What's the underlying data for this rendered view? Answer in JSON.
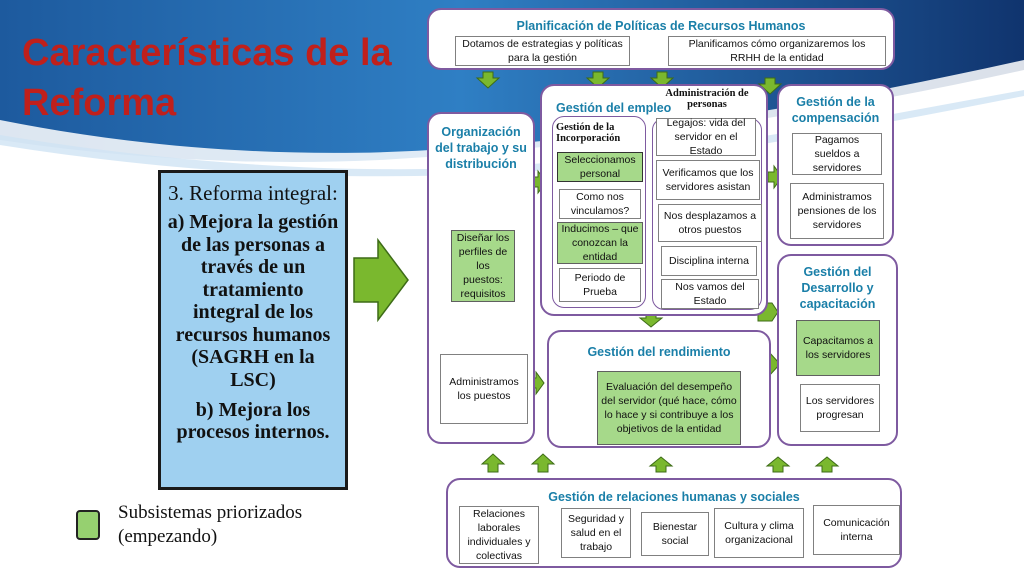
{
  "slide": {
    "title": "Características de la Reforma",
    "main_heading": "3. Reforma integral:",
    "main_body": "a) Mejora la gestión de las personas a través de un tratamiento integral de los recursos humanos (SAGRH en la LSC)",
    "main_body2": "b) Mejora los procesos internos.",
    "legend_text_1": "Subsistemas priorizados",
    "legend_text_2": "(empezando)"
  },
  "colors": {
    "title": "#c0201c",
    "section_title": "#1a7fa8",
    "border": "#7e5aa0",
    "priority_fill": "#a6d98a",
    "arrow": "#7ab82e",
    "main_box": "#9fd0f0"
  },
  "diagram": {
    "planning": {
      "title": "Planificación de Políticas de Recursos Humanos",
      "box1": "Dotamos de estrategias y políticas para la gestión",
      "box2": "Planificamos cómo organizaremos los RRHH de la entidad"
    },
    "org": {
      "title": "Organización del trabajo y su distribución",
      "box1": "Diseñar los perfiles de los puestos: requisitos",
      "box2": "Administramos los puestos"
    },
    "empleo": {
      "title": "Gestión del empleo",
      "incorporacion": "Gestión de la Incorporación",
      "administracion": "Administración de personas",
      "inc_items": [
        "Seleccionamos personal",
        "Como nos vinculamos?",
        "Inducimos – que conozcan la entidad",
        "Periodo de Prueba"
      ],
      "adm_items": [
        "Legajos: vida del servidor en el Estado",
        "Verificamos que los servidores asistan",
        "Nos desplazamos a otros puestos",
        "Disciplina interna",
        "Nos vamos del Estado"
      ]
    },
    "compensacion": {
      "title": "Gestión de la compensación",
      "box1": "Pagamos sueldos a servidores",
      "box2": "Administramos pensiones de los servidores"
    },
    "desarrollo": {
      "title": "Gestión del Desarrollo y capacitación",
      "box1": "Capacitamos a los servidores",
      "box2": "Los servidores progresan"
    },
    "rendimiento": {
      "title": "Gestión del rendimiento",
      "box1": "Evaluación del desempeño del servidor (qué hace, cómo lo hace y si contribuye a los objetivos de la entidad"
    },
    "relaciones": {
      "title": "Gestión de relaciones humanas y sociales",
      "items": [
        "Relaciones laborales individuales y colectivas",
        "Seguridad y salud en el trabajo",
        "Bienestar social",
        "Cultura y clima organizacional",
        "Comunicación interna"
      ]
    }
  }
}
